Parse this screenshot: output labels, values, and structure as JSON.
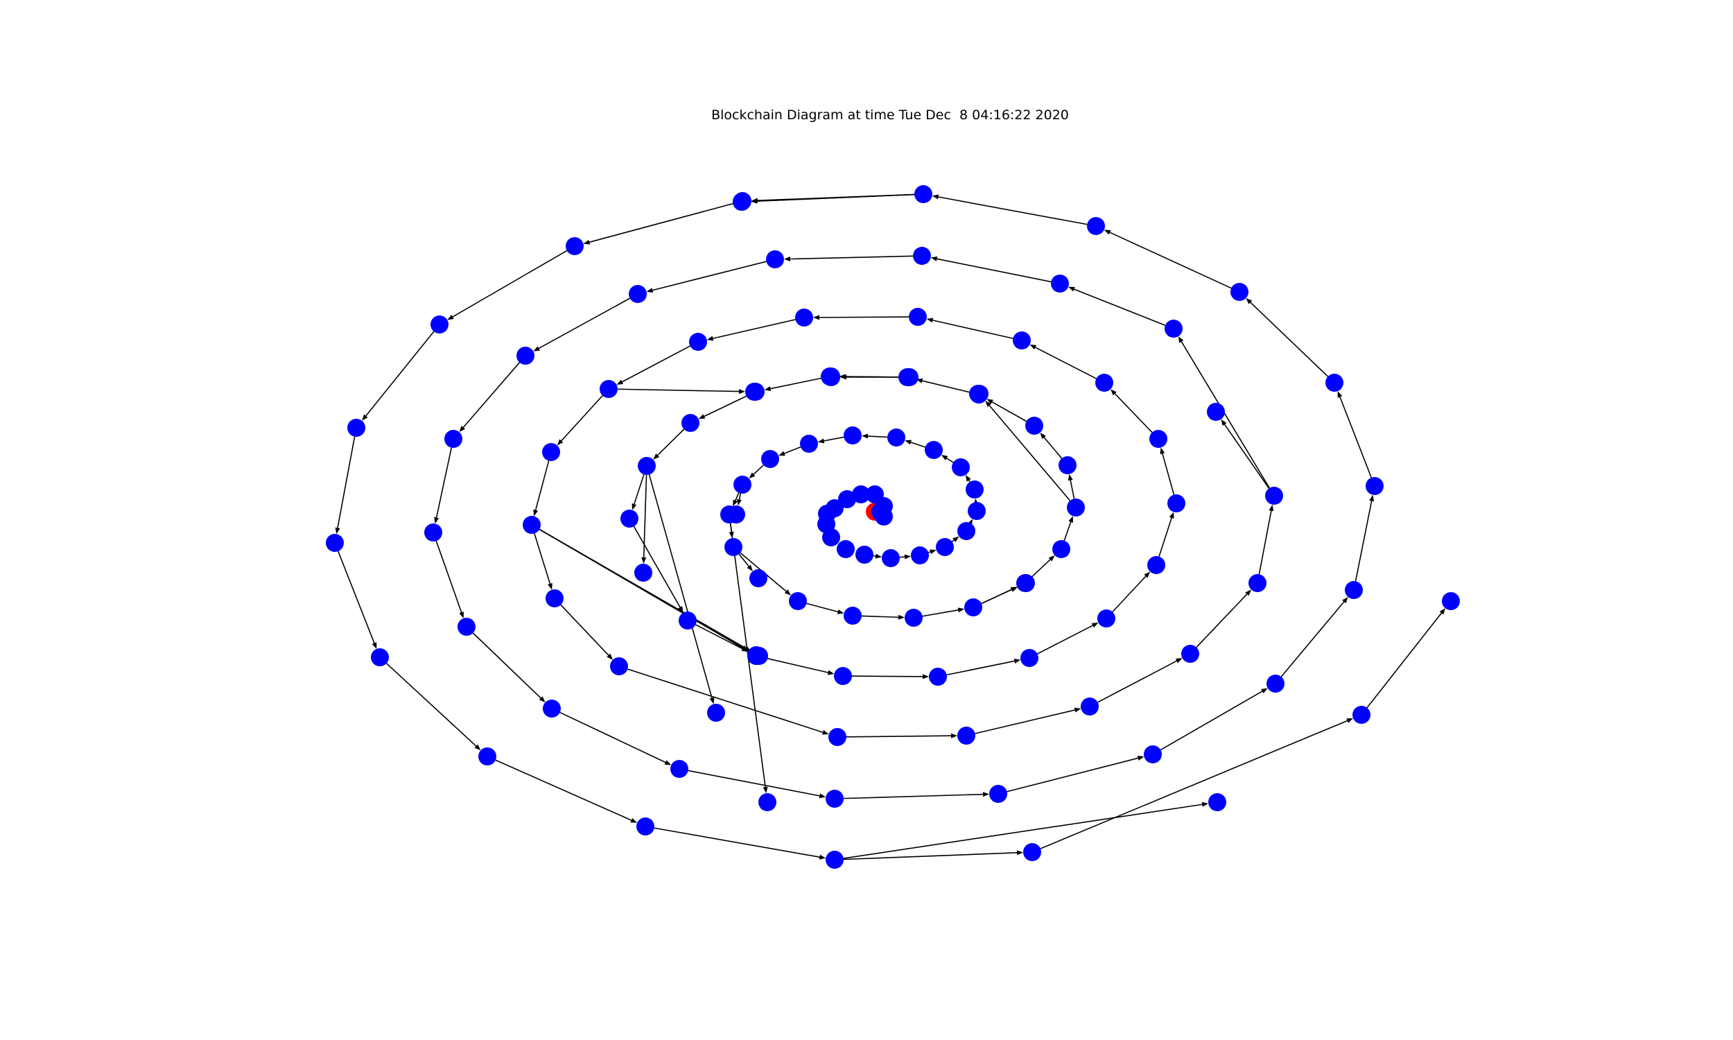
{
  "figure": {
    "title": "Blockchain Diagram at time Tue Dec  8 04:16:22 2020"
  },
  "colors": {
    "background": "#ffffff",
    "node": "#0000ff",
    "genesis_node": "#ff0000",
    "edge": "#000000"
  },
  "chart_data": {
    "type": "network",
    "layout": "spiral",
    "directed": true,
    "node_count": 121
  }
}
